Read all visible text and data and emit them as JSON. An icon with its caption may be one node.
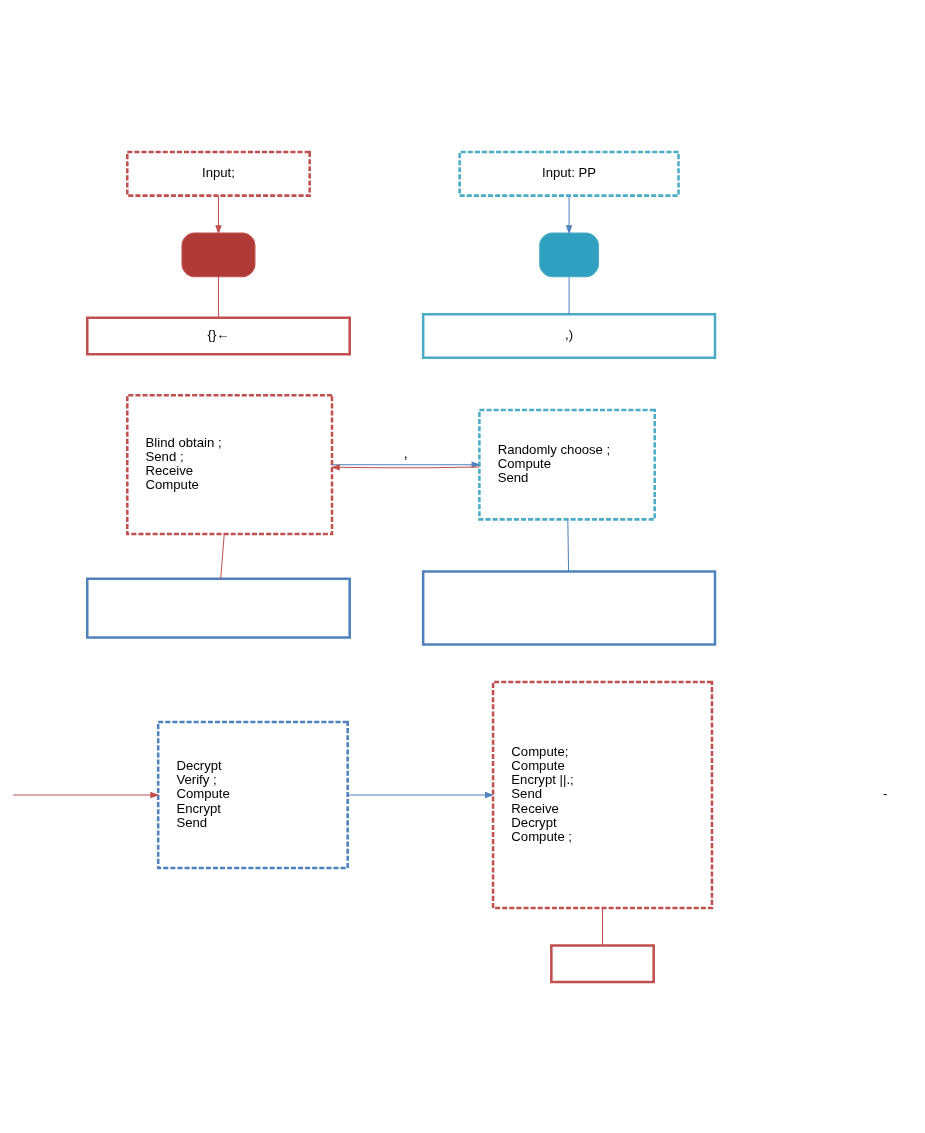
{
  "diagram": {
    "nodes": [
      {
        "text": [
          "Input;"
        ]
      },
      {
        "text": [],
        "shape": "box"
      },
      {
        "text": [
          "{}←"
        ]
      },
      {
        "text": [
          "Blind obtain ;",
          "Send ;",
          "Receive",
          "Compute"
        ]
      },
      {
        "text": [
          "Input: PP"
        ]
      },
      {
        "text": [],
        "shape": "box"
      },
      {
        "text": [
          ",)"
        ]
      },
      {
        "text": [
          "Randomly choose ;",
          "Compute",
          "Send"
        ]
      },
      {
        "text": [],
        "shape": "box"
      },
      {
        "text": [],
        "shape": "box"
      },
      {
        "text": [
          "Compute;",
          "Compute",
          "Encrypt ||.;",
          "Send",
          "Receive",
          "Decrypt",
          "Compute ;"
        ]
      },
      {
        "text": [
          "Decrypt",
          "Verify ;",
          "Compute",
          "Encrypt",
          "Send"
        ]
      },
      {
        "text": [],
        "shape": "box"
      }
    ],
    "edges": [
      {
        "from": 0,
        "to": 1,
        "arrow": "to"
      },
      {
        "from": 1,
        "to": 2,
        "arrow": "none"
      },
      {
        "from": 4,
        "to": 5,
        "arrow": "to",
        "color": "#4f81bd"
      },
      {
        "from": 5,
        "to": 6,
        "arrow": "none",
        "color": "#4f81bd"
      },
      {
        "from": 3,
        "to": 7,
        "arrow": "to",
        "label": ",",
        "color": "#4f81bd"
      },
      {
        "from": 7,
        "to": 3,
        "arrow": "to"
      },
      {
        "from": 3,
        "to": 8,
        "arrow": "none"
      },
      {
        "from": 7,
        "to": 9,
        "arrow": "none",
        "color": "#4f81bd"
      },
      {
        "from": null,
        "to": 11,
        "arrow": "to"
      },
      {
        "from": 11,
        "to": 10,
        "arrow": "to",
        "color": "#4f81bd"
      },
      {
        "from": 10,
        "to": 12,
        "arrow": "none"
      }
    ],
    "labels": [
      "-"
    ]
  }
}
